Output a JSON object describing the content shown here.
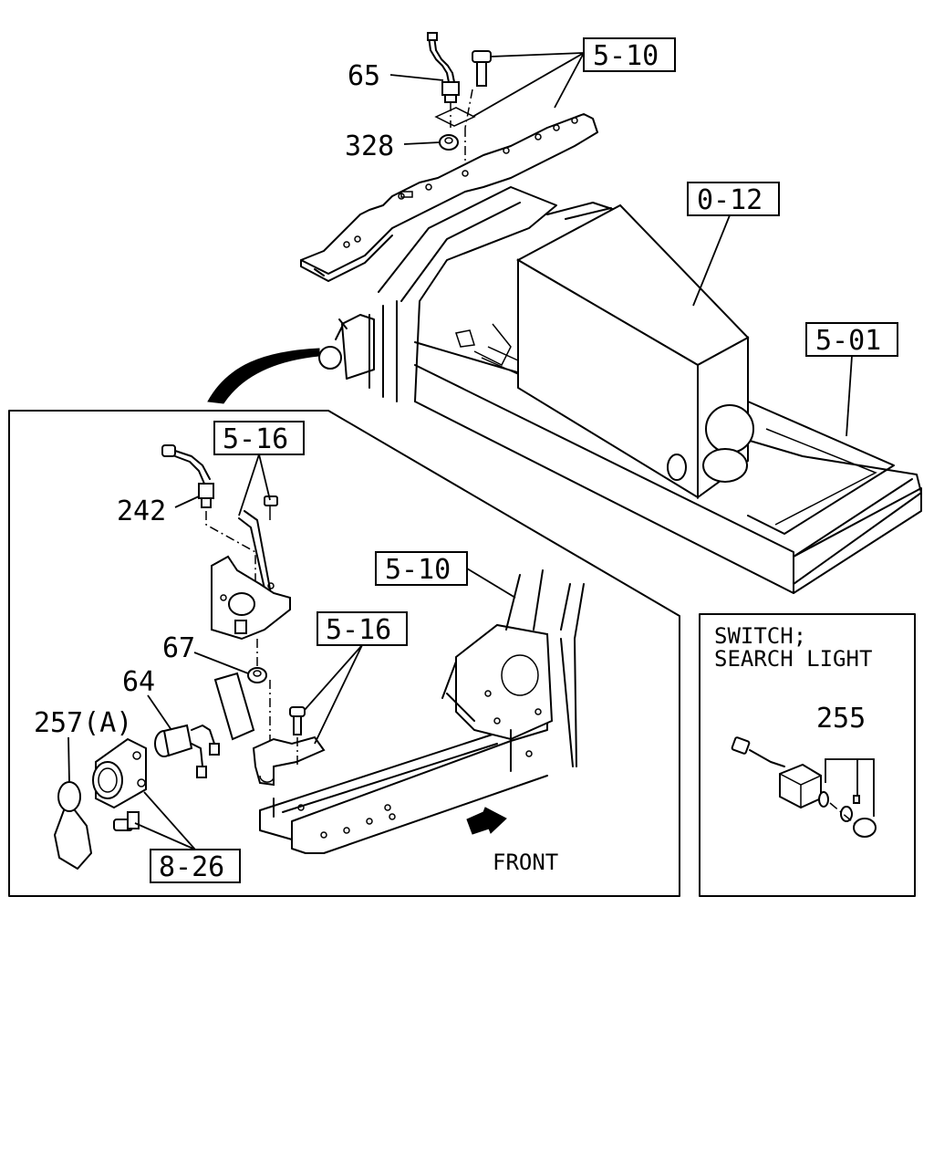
{
  "callouts": {
    "part_65": "65",
    "part_328": "328",
    "ref_5_10_top": "5-10",
    "ref_0_12": "0-12",
    "ref_5_01": "5-01",
    "ref_5_16_upper": "5-16",
    "part_242": "242",
    "ref_5_10_detail": "5-10",
    "ref_5_16_lower": "5-16",
    "part_67": "67",
    "part_64": "64",
    "part_257a": "257(A)",
    "ref_8_26": "8-26",
    "front_label": "FRONT"
  },
  "inset": {
    "title_line1": "SWITCH;",
    "title_line2": "SEARCH LIGHT",
    "part_255": "255"
  },
  "colors": {
    "line": "#000000",
    "background": "#ffffff"
  }
}
